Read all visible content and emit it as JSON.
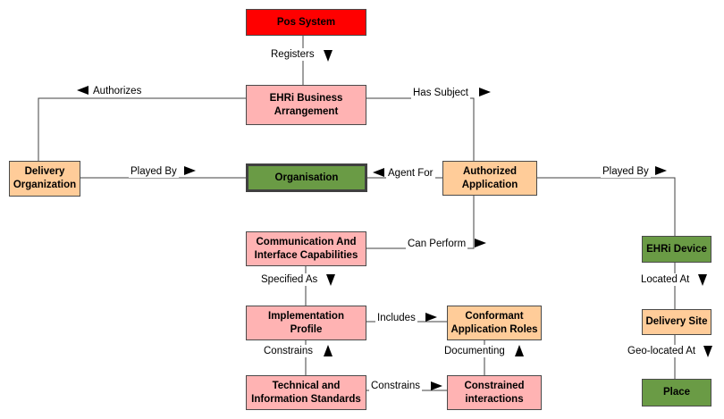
{
  "nodes": {
    "pos_system": "Pos System",
    "ehri_business_arrangement": "EHRi Business\nArrangement",
    "delivery_organization": "Delivery\nOrganization",
    "organisation": "Organisation",
    "authorized_application": "Authorized\nApplication",
    "communication_interface": "Communication And\nInterface Capabilities",
    "implementation_profile": "Implementation\nProfile",
    "conformant_roles": "Conformant\nApplication Roles",
    "technical_standards": "Technical and\nInformation Standards",
    "constrained_interactions": "Constrained\ninteractions",
    "ehri_device": "EHRi Device",
    "delivery_site": "Delivery Site",
    "place": "Place"
  },
  "edges": {
    "registers": "Registers",
    "authorizes": "Authorizes",
    "has_subject": "Has Subject",
    "played_by_org": "Played By",
    "agent_for": "Agent For",
    "played_by_device": "Played By",
    "can_perform": "Can Perform",
    "specified_as": "Specified As",
    "includes": "Includes",
    "constrains_up": "Constrains",
    "documenting": "Documenting",
    "constrains_right": "Constrains",
    "located_at": "Located At",
    "geo_located_at": "Geo-located At"
  },
  "colors": {
    "red": "#ff0000",
    "pink": "#ffb3b3",
    "orange": "#ffcc99",
    "green": "#6a9b45",
    "line": "#404040"
  }
}
